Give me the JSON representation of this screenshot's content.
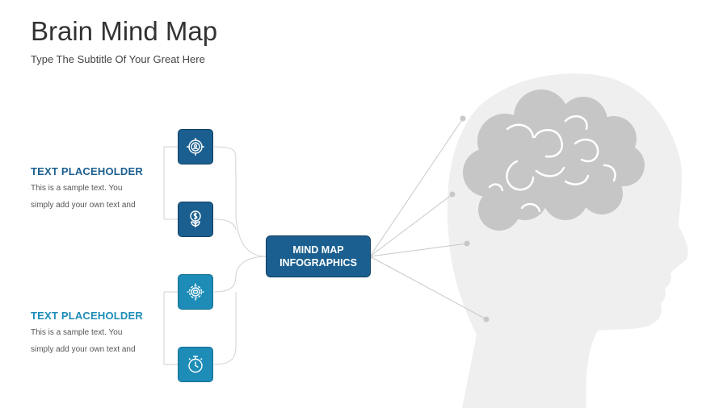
{
  "header": {
    "title": "Brain Mind Map",
    "subtitle": "Type The Subtitle Of Your Great Here"
  },
  "colors": {
    "dark_blue": "#1a5f8f",
    "light_blue": "#1d8cb7",
    "head_gray": "#efefef",
    "brain_gray": "#c6c6c6",
    "connector_gray": "#c8c8c8"
  },
  "left_blocks": [
    {
      "heading": "TEXT PLACEHOLDER",
      "line1": "This is a sample text. You",
      "line2": "simply add your own text and",
      "color": "#1a5f8f"
    },
    {
      "heading": "TEXT PLACEHOLDER",
      "line1": "This is a sample text. You",
      "line2": "simply add your own text and",
      "color": "#1d8cb7"
    }
  ],
  "icons": [
    {
      "name": "target-user-icon",
      "style": "dark"
    },
    {
      "name": "money-plant-icon",
      "style": "dark"
    },
    {
      "name": "gear-brain-icon",
      "style": "light"
    },
    {
      "name": "stopwatch-icon",
      "style": "light"
    }
  ],
  "center_node": {
    "line1": "MIND MAP",
    "line2": "INFOGRAPHICS"
  }
}
